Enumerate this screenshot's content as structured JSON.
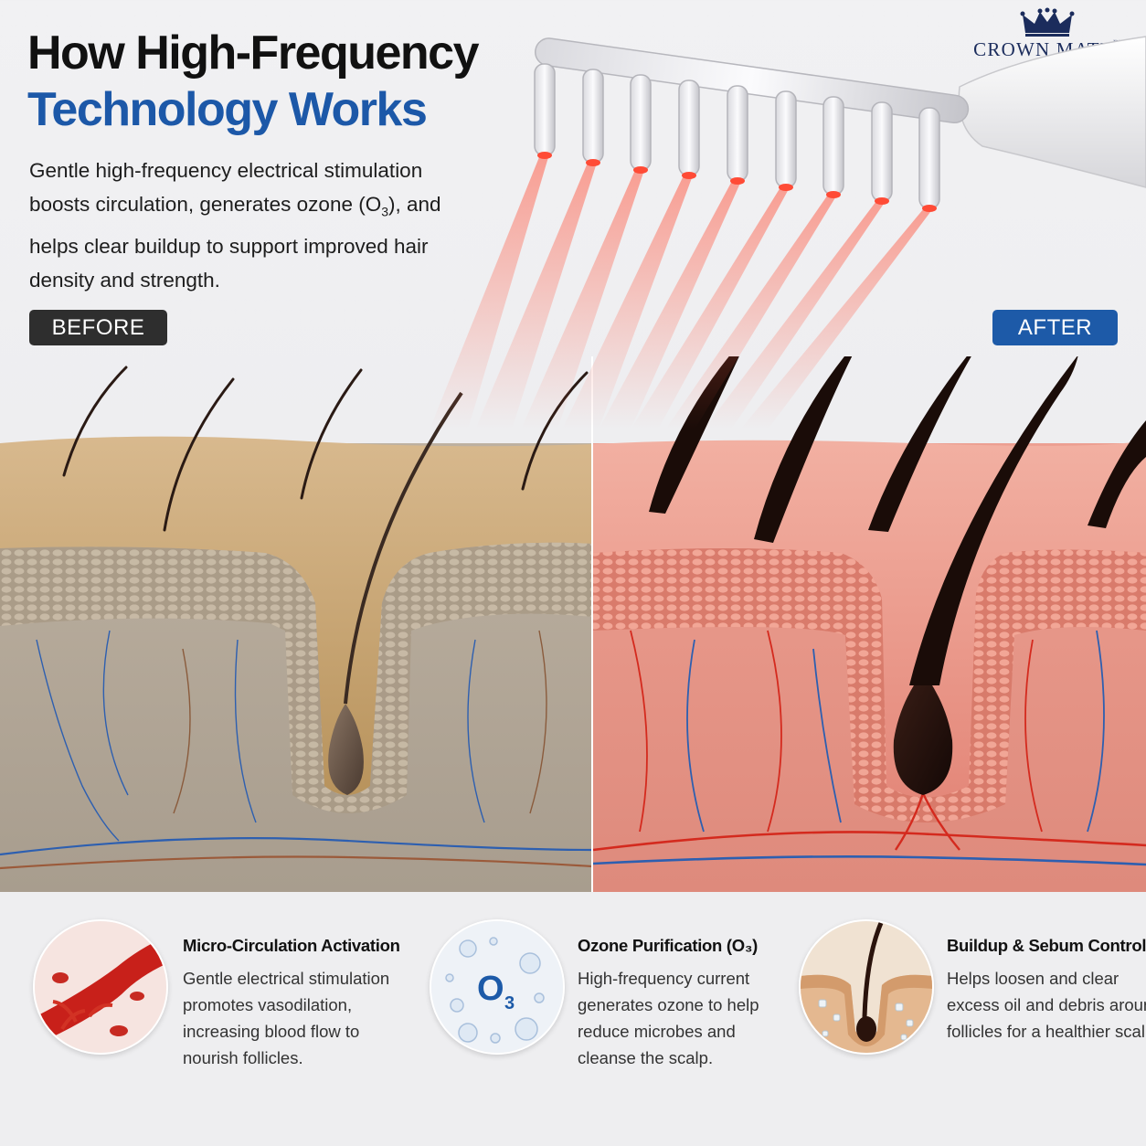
{
  "header": {
    "title_line1": "How High-Frequency",
    "title_line2": "Technology Works",
    "intro_text_part1": "Gentle high-frequency electrical stimulation boosts circulation, generates ozone (O",
    "intro_subscript": "3",
    "intro_text_part2": "), and helps clear buildup to support improved hair density and strength."
  },
  "brand": {
    "name": "CROWN MATE",
    "tm": "™",
    "icon": "crown-icon",
    "color": "#1b2c5c"
  },
  "labels": {
    "before": "BEFORE",
    "after": "AFTER"
  },
  "colors": {
    "title_accent": "#1c58a8",
    "before_badge": "#2e2e2e",
    "after_badge": "#1d5aa8",
    "before_skin": "#b9ab97",
    "after_skin": "#e7988a",
    "artery": "#d42a1e",
    "vein": "#2d5fb0",
    "laser": "#ff5b45"
  },
  "features": [
    {
      "icon": "blood-vessel-icon",
      "title": "Micro-Circulation Activation",
      "text": "Gentle electrical stimulation promotes vasodilation, increasing blood flow to nourish follicles."
    },
    {
      "icon": "ozone-bubbles-icon",
      "icon_text": "O",
      "icon_sub": "3",
      "title": "Ozone Purification (O₃)",
      "text": "High-frequency current generates ozone to help reduce microbes and cleanse the scalp."
    },
    {
      "icon": "hair-follicle-icon",
      "title": "Buildup & Sebum Control",
      "text": "Helps loosen and clear excess oil and debris around follicles for a healthier scalp."
    }
  ]
}
